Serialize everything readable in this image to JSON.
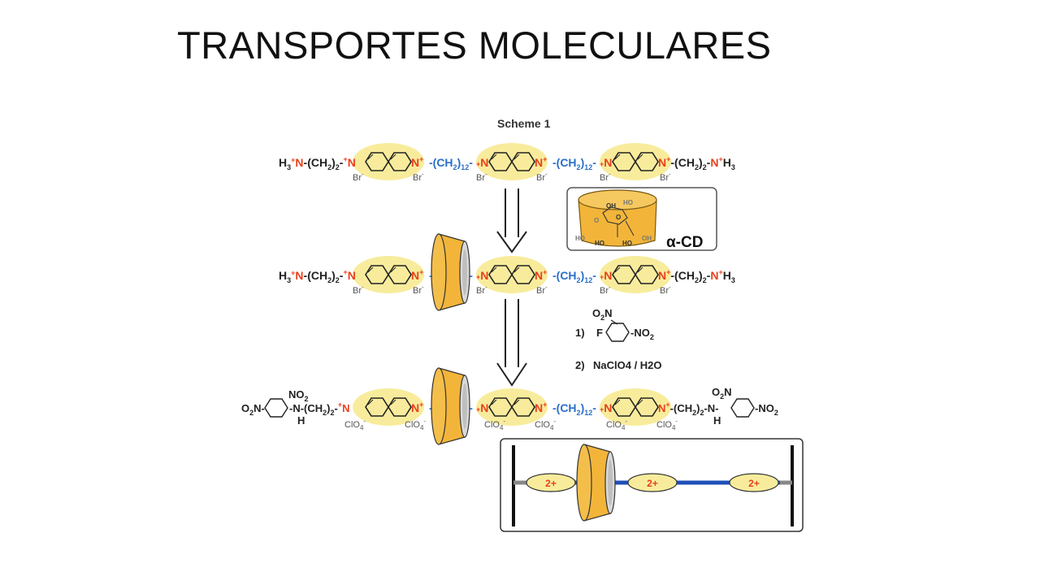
{
  "title": "TRANSPORTES MOLECULARES",
  "scheme_label": "Scheme 1",
  "row1": {
    "left_end": "H3+N-(CH2)2-",
    "linker": "-(CH2)12-",
    "right_end": "-(CH2)2-N+H3",
    "counterion": "Br-"
  },
  "row2": {
    "left_end": "H3+N-(CH2)2-",
    "linker": "-(CH2)12-",
    "right_end": "-(CH2)2-N+H3",
    "counterion": "Br-"
  },
  "row3": {
    "left_group": "O2N-C6H3(NO2)-NH-(CH2)2-",
    "linker": "-(CH2)12-",
    "right_group": "-(CH2)2-NH-C6H3(NO2)-NO2",
    "counterion": "ClO4-"
  },
  "cd_box": {
    "label": "α-CD"
  },
  "reagents": {
    "step1_label": "1)",
    "step2_label": "2)",
    "step2_text": "NaClO4 / H2O"
  },
  "cartoon": {
    "charge_labels": [
      "2+",
      "2+",
      "2+"
    ]
  },
  "colors": {
    "viologen_red": "#e8401c",
    "linker_blue": "#2a6fc9",
    "ellipse_yellow": "#f8ec9c",
    "cd_orange": "#f2b53a",
    "axle_blue": "#1f4fb8"
  }
}
